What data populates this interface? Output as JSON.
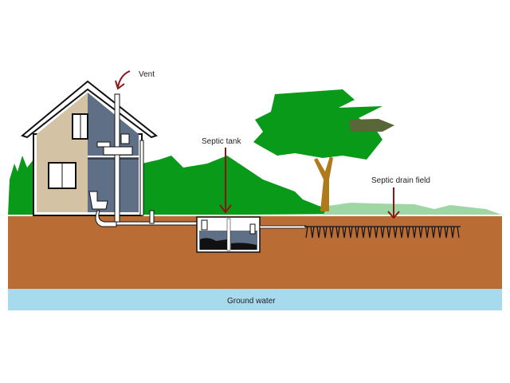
{
  "labels": {
    "vent": "Vent",
    "septic_tank": "Septic tank",
    "drain_field": "Septic drain field",
    "ground_water": "Ground water"
  },
  "colors": {
    "soil": "#b96c34",
    "ground_water": "#a8daee",
    "grass": "#0a9a1a",
    "light_grass": "#9fd7a4",
    "arrow": "#8b1414",
    "house_wall": "#d3c2a3",
    "house_cutaway": "#5f6f86"
  }
}
